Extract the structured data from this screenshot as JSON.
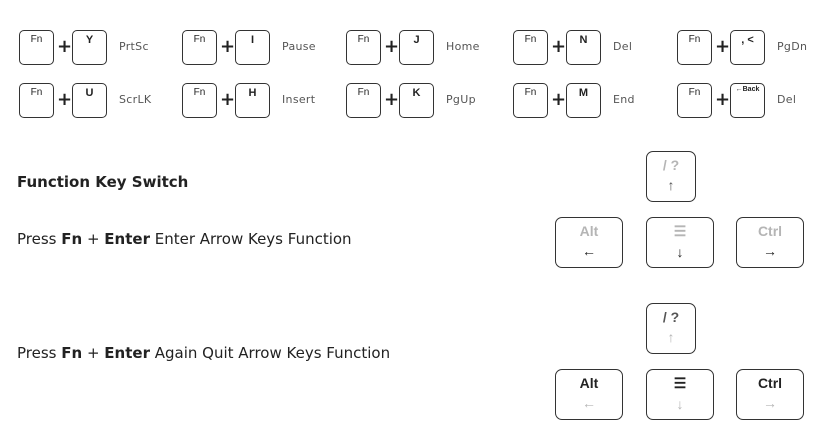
{
  "shortcuts": [
    {
      "mod": "Fn",
      "key": "Y",
      "action": "PrtSc"
    },
    {
      "mod": "Fn",
      "key": "I",
      "action": "Pause"
    },
    {
      "mod": "Fn",
      "key": "J",
      "action": "Home"
    },
    {
      "mod": "Fn",
      "key": "N",
      "action": "Del"
    },
    {
      "mod": "Fn",
      "key": ", <",
      "action": "PgDn"
    },
    {
      "mod": "Fn",
      "key": "U",
      "action": "ScrLK"
    },
    {
      "mod": "Fn",
      "key": "H",
      "action": "Insert"
    },
    {
      "mod": "Fn",
      "key": "K",
      "action": "PgUp"
    },
    {
      "mod": "Fn",
      "key": "M",
      "action": "End"
    },
    {
      "mod": "Fn",
      "key": "←Back",
      "action": "Del"
    }
  ],
  "plus": "+",
  "heading": "Function Key Switch",
  "enter_text": {
    "pre": "Press ",
    "fn": "Fn",
    "plus": " + ",
    "enter": "Enter",
    "post": " Enter Arrow Keys Function"
  },
  "quit_text": {
    "pre": "Press ",
    "fn": "Fn",
    "plus": " + ",
    "enter": "Enter",
    "post": " Again Quit Arrow Keys Function"
  },
  "arrow_keys": {
    "up_label": "/ ?",
    "up_arrow": "↑",
    "left_label": "Alt",
    "left_arrow": "←",
    "down_icon": "menu-icon",
    "down_arrow": "↓",
    "right_label": "Ctrl",
    "right_arrow": "→"
  }
}
